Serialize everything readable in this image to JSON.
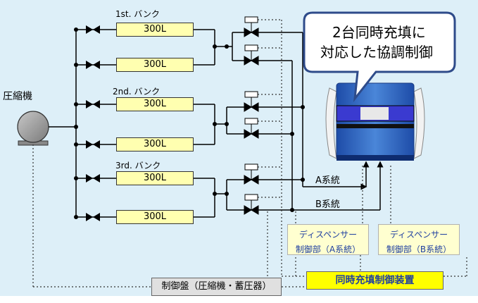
{
  "colors": {
    "background_panel": "#ddeff8",
    "tank_fill": "#ffffb0",
    "controller_fill": "#ffff00",
    "dispenser_label_fill": "#ffffd0",
    "dispenser_label_text": "#1f3fa0",
    "callout_border": "#2e4b8a",
    "dispenser_body": "#2a5fbf",
    "dispenser_band": "#3a3ad0"
  },
  "compressor": {
    "label": "圧縮機"
  },
  "banks": [
    {
      "label": "1st. バンク",
      "tanks": [
        "300L",
        "300L"
      ]
    },
    {
      "label": "2nd. バンク",
      "tanks": [
        "300L",
        "300L"
      ]
    },
    {
      "label": "3rd. バンク",
      "tanks": [
        "300L",
        "300L"
      ]
    }
  ],
  "lines": {
    "a": "A系統",
    "b": "B系統"
  },
  "callout": {
    "line1": "2台同時充填に",
    "line2": "対応した協調制御"
  },
  "dispenser_controllers": [
    {
      "line1": "ディスペンサー",
      "line2": "制御部（A系統）"
    },
    {
      "line1": "ディスペンサー",
      "line2": "制御部（B系統）"
    }
  ],
  "control_panel": {
    "label": "制御盤（圧縮機・蓄圧器）"
  },
  "sync_controller": {
    "label": "同時充填制御装置"
  }
}
